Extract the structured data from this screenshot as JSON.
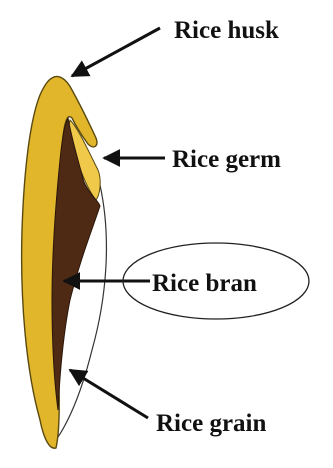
{
  "labels": {
    "husk": "Rice husk",
    "germ": "Rice germ",
    "bran": "Rice bran",
    "grain": "Rice grain"
  },
  "colors": {
    "husk": "#e2b62a",
    "husk_outline": "#5a4a10",
    "bran": "#4e2a14",
    "grain": "#ffffff",
    "arrow": "#111111"
  }
}
